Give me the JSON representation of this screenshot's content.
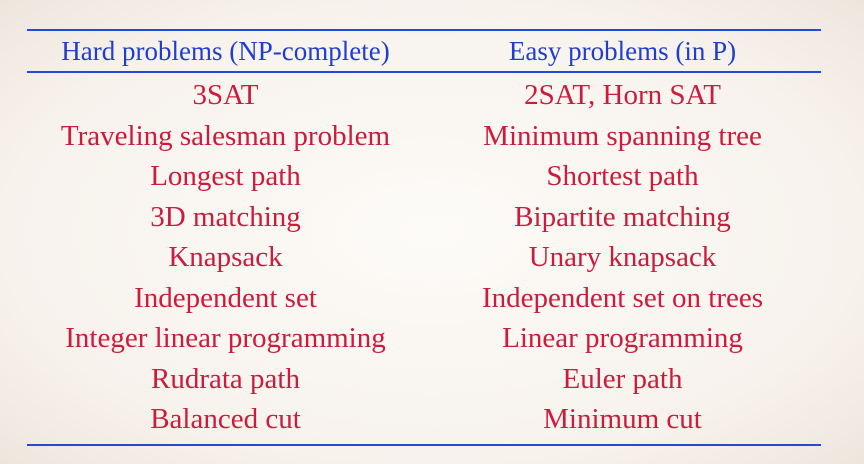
{
  "colors": {
    "header_text": "#1f3ed0",
    "body_text": "#cc1b3c",
    "rule": "#2448d8"
  },
  "table": {
    "headers": [
      "Hard problems (NP-complete)",
      "Easy problems (in P)"
    ],
    "rows": [
      [
        "3SAT",
        "2SAT, Horn SAT"
      ],
      [
        "Traveling salesman problem",
        "Minimum spanning tree"
      ],
      [
        "Longest path",
        "Shortest path"
      ],
      [
        "3D matching",
        "Bipartite matching"
      ],
      [
        "Knapsack",
        "Unary knapsack"
      ],
      [
        "Independent set",
        "Independent set on trees"
      ],
      [
        "Integer linear programming",
        "Linear programming"
      ],
      [
        "Rudrata path",
        "Euler path"
      ],
      [
        "Balanced cut",
        "Minimum cut"
      ]
    ]
  }
}
